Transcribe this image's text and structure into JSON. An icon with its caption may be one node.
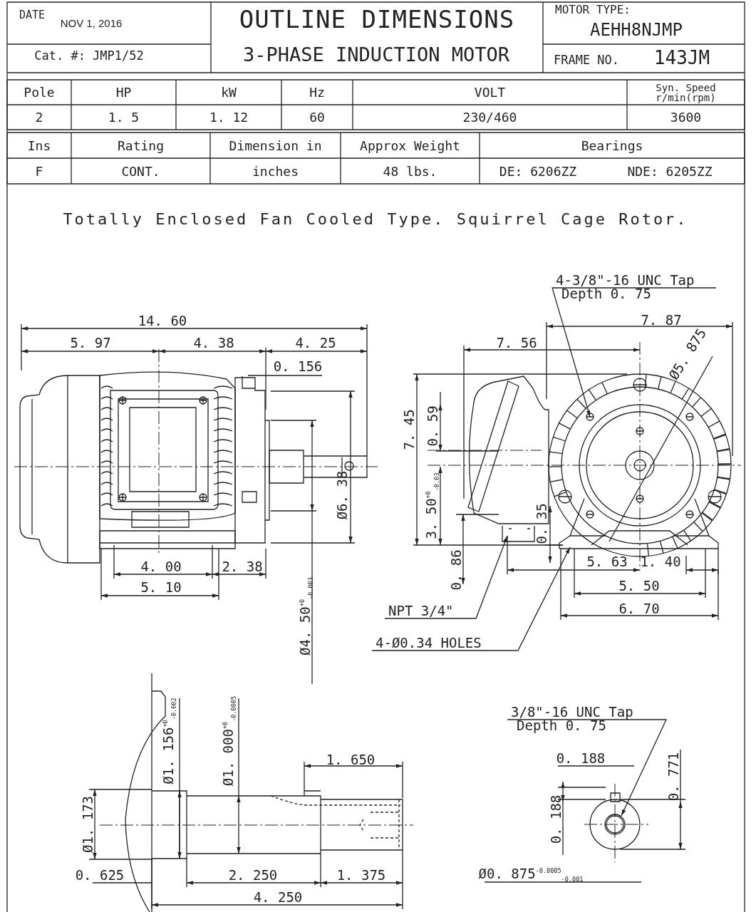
{
  "diagram": {
    "title": "OUTLINE DIMENSIONS",
    "nodes": [
      {
        "text": [
          "4-3/8\"-16 UNC Tap",
          "Depth 0. 75"
        ]
      },
      {
        "text": [
          "NPT 3/4\""
        ]
      },
      {
        "text": [
          "4-Ø0.34 HOLES"
        ]
      },
      {
        "text": [
          "3/8\"-16 UNC Tap",
          "Depth 0. 75"
        ]
      }
    ],
    "edges": [
      {
        "from": 0,
        "to": null,
        "arrow": "to"
      },
      {
        "from": 1,
        "to": null,
        "arrow": "to"
      },
      {
        "from": 2,
        "to": null,
        "arrow": "to"
      },
      {
        "from": 3,
        "to": null,
        "arrow": "to"
      }
    ],
    "labels": [
      "DATE",
      "NOV 1, 2016",
      "Cat. #: JMP1/52",
      "3-PHASE INDUCTION MOTOR",
      "MOTOR TYPE:",
      "AEHH8NJMP",
      "FRAME NO.",
      "143JM",
      "Pole",
      "HP",
      "kW",
      "Hz",
      "VOLT",
      "Syn. Speed r/min(rpm)",
      "2",
      "1. 5",
      "1. 12",
      "60",
      "230/460",
      "3600",
      "Ins",
      "Rating",
      "Dimension in",
      "Approx Weight",
      "Bearings",
      "F",
      "CONT.",
      "inches",
      "48 lbs.",
      "DE: 6206ZZ",
      "NDE: 6205ZZ",
      "Totally Enclosed Fan Cooled Type. Squirrel Cage Rotor.",
      "14. 60",
      "5. 97",
      "4. 38",
      "4. 25",
      "0. 156",
      "Ø6. 38",
      "Ø4. 50$^{+0}$$_{-0.003}$",
      "4. 00",
      "2. 38",
      "5. 10",
      "7. 87",
      "7. 56",
      "7. 45",
      "0. 59",
      "3. 50$^{+0}$$_{-0.03}$",
      "0. 35",
      "0. 86",
      "Ø5. 875",
      "5. 63",
      "1. 40",
      "5. 50",
      "6. 70",
      "Ø1. 156$^{+0}$$_{-0.002}$",
      "Ø1. 000$^{+0}$$_{-0.0005}$",
      "1. 650",
      "Ø1. 173",
      "0. 625",
      "2. 250",
      "1. 375",
      "4. 250",
      "0. 188",
      "0. 188",
      "0. 771",
      "Ø0. 875$^{-0.0005}$$_{-0.001}$"
    ]
  }
}
